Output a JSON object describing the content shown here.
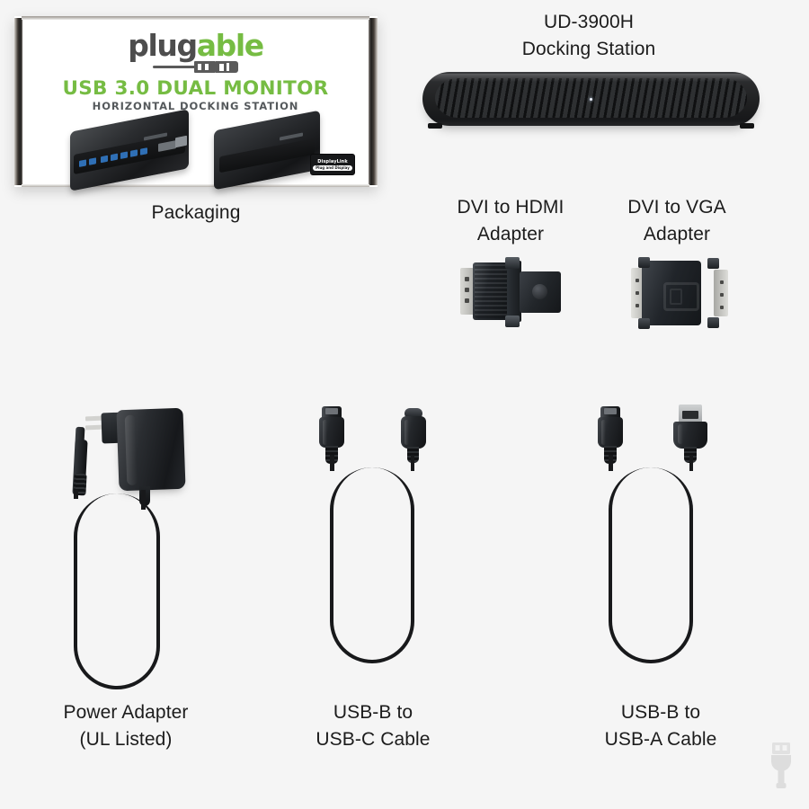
{
  "page": {
    "background_color": "#f5f5f5",
    "text_color": "#1c1c1c"
  },
  "items": [
    {
      "id": "packaging",
      "caption": "Packaging",
      "box": {
        "brand_prefix": "plug",
        "brand_suffix": "able",
        "brand_prefix_color": "#4d4d4d",
        "brand_suffix_color": "#76bc43",
        "title": "USB 3.0 DUAL MONITOR",
        "title_color": "#76bc43",
        "subtitle": "HORIZONTAL DOCKING STATION",
        "subtitle_color": "#55595c",
        "badge_line1": "DisplayLink",
        "badge_line2": "Plug and Display"
      }
    },
    {
      "id": "docking-station",
      "caption": "UD-3900H\nDocking Station"
    },
    {
      "id": "dvi-hdmi-adapter",
      "caption": "DVI to HDMI\nAdapter"
    },
    {
      "id": "dvi-vga-adapter",
      "caption": "DVI to VGA\nAdapter"
    },
    {
      "id": "power-adapter",
      "caption": "Power Adapter\n(UL Listed)"
    },
    {
      "id": "usb-b-to-usb-c-cable",
      "caption": "USB-B to\nUSB-C Cable"
    },
    {
      "id": "usb-b-to-usb-a-cable",
      "caption": "USB-B to\nUSB-A Cable"
    }
  ],
  "watermark": {
    "icon": "usb-plug-icon",
    "color": "#d0d0d0"
  }
}
